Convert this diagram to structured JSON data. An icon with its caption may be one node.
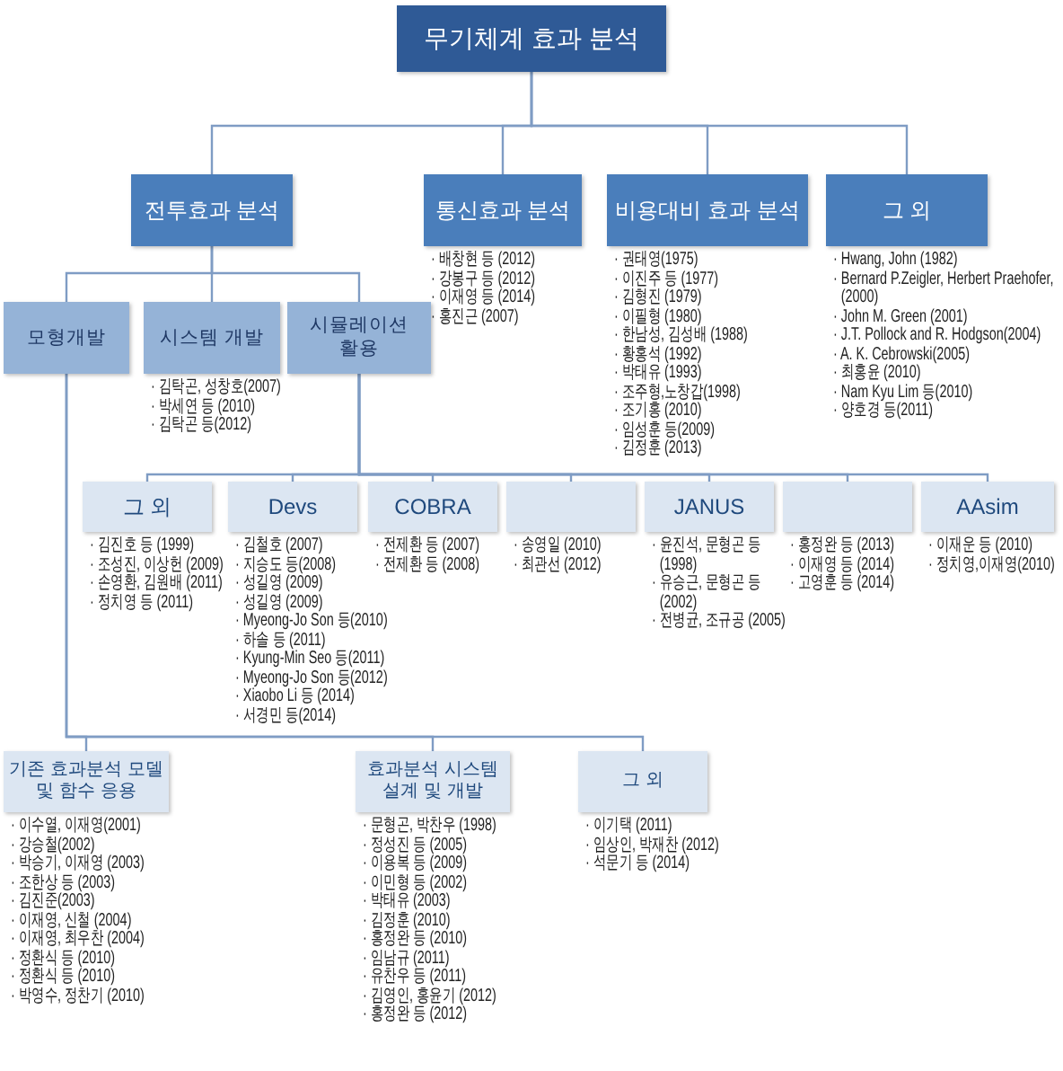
{
  "diagram": {
    "nodes": [
      {
        "text": [
          "무기체계 효과 분석"
        ]
      },
      {
        "text": [
          "전투효과 분석"
        ]
      },
      {
        "text": [
          "통신효과 분석"
        ],
        "beside": [
          "· 배창현 등 (2012)",
          "· 강봉구 등 (2012)",
          "· 이재영 등 (2014)",
          "· 홍진근 (2007)"
        ]
      },
      {
        "text": [
          "비용대비 효과 분석"
        ],
        "beside": [
          "· 권태영(1975)",
          "· 이진주 등 (1977)",
          "· 김형진 (1979)",
          "· 이필형 (1980)",
          "· 한남성, 김성배 (1988)",
          "· 황홍석 (1992)",
          "· 박태유 (1993)",
          "· 조주형,노창갑(1998)",
          "· 조기홍 (2010)",
          "· 임성훈 등(2009)",
          "· 김정훈 (2013)"
        ]
      },
      {
        "text": [
          "그 외"
        ],
        "beside": [
          "· Hwang, John (1982)",
          "· Bernard P.Zeigler, Herbert Praehofer,(2000)",
          "· John M. Green (2001)",
          "· J.T. Pollock and R. Hodgson(2004)",
          "· A. K. Cebrowski(2005)",
          "· 최홍윤 (2010)",
          "· Nam Kyu Lim 등(2010)",
          "· 양호경 등(2011)"
        ]
      },
      {
        "text": [
          "모형개발"
        ]
      },
      {
        "text": [
          "시스템 개발"
        ],
        "beside": [
          "· 김탁곤, 성창호(2007)",
          "· 박세연 등 (2010)",
          "· 김탁곤 등(2012)"
        ]
      },
      {
        "text": [
          "시뮬레이션 활용"
        ]
      },
      {
        "text": [
          "그 외"
        ],
        "beside": [
          "· 김진호 등 (1999)",
          "· 조성진, 이상헌 (2009)",
          "· 손영환, 김원배 (2011)",
          "· 정치영 등 (2011)"
        ]
      },
      {
        "text": [
          "Devs"
        ],
        "beside": [
          "· 김철호 (2007)",
          "· 지승도 등(2008)",
          "· 성길영 (2009)",
          "· 성길영 (2009)",
          "· Myeong-Jo Son 등(2010)",
          "· 하솔 등 (2011)",
          "· Kyung-Min Seo 등(2011)",
          "· Myeong-Jo Son 등(2012)",
          "· Xiaobo Li 등 (2014)",
          "· 서경민 등(2014)"
        ]
      },
      {
        "text": [
          "COBRA"
        ],
        "beside": [
          "· 전제환 등 (2007)",
          "· 전제환 등 (2008)"
        ]
      },
      {
        "text": [],
        "shape": "box",
        "beside": [
          "· 송영일 (2010)",
          "· 최관선 (2012)"
        ]
      },
      {
        "text": [
          "JANUS"
        ],
        "beside": [
          "· 윤진석, 문형곤 등 (1998)",
          "· 유승근, 문형곤 등 (2002)",
          "· 전병균, 조규공 (2005)"
        ]
      },
      {
        "text": [],
        "shape": "box",
        "beside": [
          "· 홍정완 등 (2013)",
          "· 이재영 등 (2014)",
          "· 고영훈 등 (2014)"
        ]
      },
      {
        "text": [
          "AAsim"
        ],
        "beside": [
          "· 이재운 등 (2010)",
          "· 정치영,이재영(2010)"
        ]
      },
      {
        "text": [
          "기존 효과분석 모델 및 함수 응용"
        ],
        "beside": [
          "· 이수열, 이재영(2001)",
          "· 강승철(2002)",
          "· 박승기, 이재영 (2003)",
          "· 조한상 등 (2003)",
          "· 김진준(2003)",
          "· 이재영, 신철 (2004)",
          "· 이재영, 최우찬 (2004)",
          "· 정환식 등 (2010)",
          "· 정환식 등 (2010)",
          "· 박영수, 정찬기 (2010)"
        ]
      },
      {
        "text": [
          "효과분석 시스템 설계 및 개발"
        ],
        "beside": [
          "· 문형곤, 박찬우 (1998)",
          "· 정성진 등 (2005)",
          "· 이용복 등 (2009)",
          "· 이민형 등 (2002)",
          "· 박태유 (2003)",
          "· 김정훈 (2010)",
          "· 홍정완 등 (2010)",
          "· 임남규 (2011)",
          "· 유찬우 등 (2011)",
          "· 김영인, 홍윤기 (2012)",
          "· 홍정완 등 (2012)"
        ]
      },
      {
        "text": [
          "그 외"
        ],
        "beside": [
          "· 이기택 (2011)",
          "· 임상인, 박재찬 (2012)",
          "· 석문기 등 (2014)"
        ]
      }
    ],
    "edges": [
      {
        "from": 0,
        "to": 1,
        "arrow": "none"
      },
      {
        "from": 0,
        "to": 2,
        "arrow": "none"
      },
      {
        "from": 0,
        "to": 3,
        "arrow": "none"
      },
      {
        "from": 0,
        "to": 4,
        "arrow": "none"
      },
      {
        "from": 1,
        "to": 5,
        "arrow": "none"
      },
      {
        "from": 1,
        "to": 6,
        "arrow": "none"
      },
      {
        "from": 1,
        "to": 7,
        "arrow": "none"
      },
      {
        "from": 7,
        "to": 8,
        "arrow": "none"
      },
      {
        "from": 7,
        "to": 9,
        "arrow": "none"
      },
      {
        "from": 7,
        "to": 10,
        "arrow": "none"
      },
      {
        "from": 7,
        "to": 11,
        "arrow": "none"
      },
      {
        "from": 7,
        "to": 12,
        "arrow": "none"
      },
      {
        "from": 7,
        "to": 13,
        "arrow": "none"
      },
      {
        "from": 7,
        "to": 14,
        "arrow": "none"
      },
      {
        "from": 5,
        "to": 15,
        "arrow": "none"
      },
      {
        "from": 5,
        "to": 16,
        "arrow": "none"
      },
      {
        "from": 5,
        "to": 17,
        "arrow": "none"
      }
    ]
  }
}
